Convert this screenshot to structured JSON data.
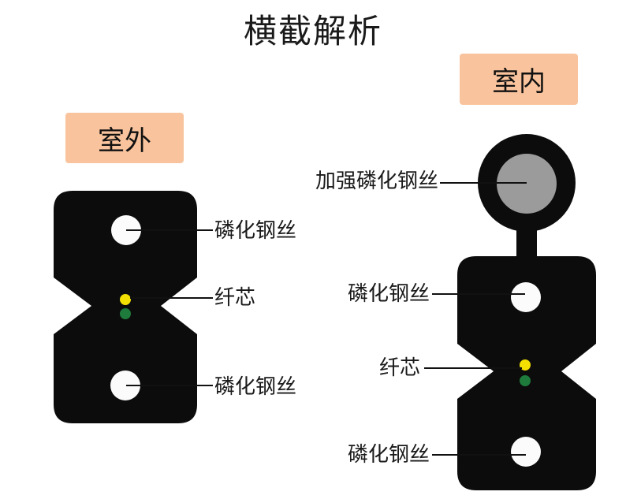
{
  "title": "横截解析",
  "colors": {
    "label_bg": "#F9C49D",
    "cable_black": "#0C0C0C",
    "steel_gray": "#9B9B9B",
    "hole_white": "#FBFBFB",
    "fiber_yellow": "#F3E000",
    "fiber_green": "#1E7B3C",
    "line": "#111111"
  },
  "outdoor": {
    "tag": "室外",
    "labels": {
      "top_wire": "磷化钢丝",
      "core": "纤芯",
      "bottom_wire": "磷化钢丝"
    }
  },
  "indoor": {
    "tag": "室内",
    "labels": {
      "strength_wire": "加强磷化钢丝",
      "top_wire": "磷化钢丝",
      "core": "纤芯",
      "bottom_wire": "磷化钢丝"
    }
  }
}
